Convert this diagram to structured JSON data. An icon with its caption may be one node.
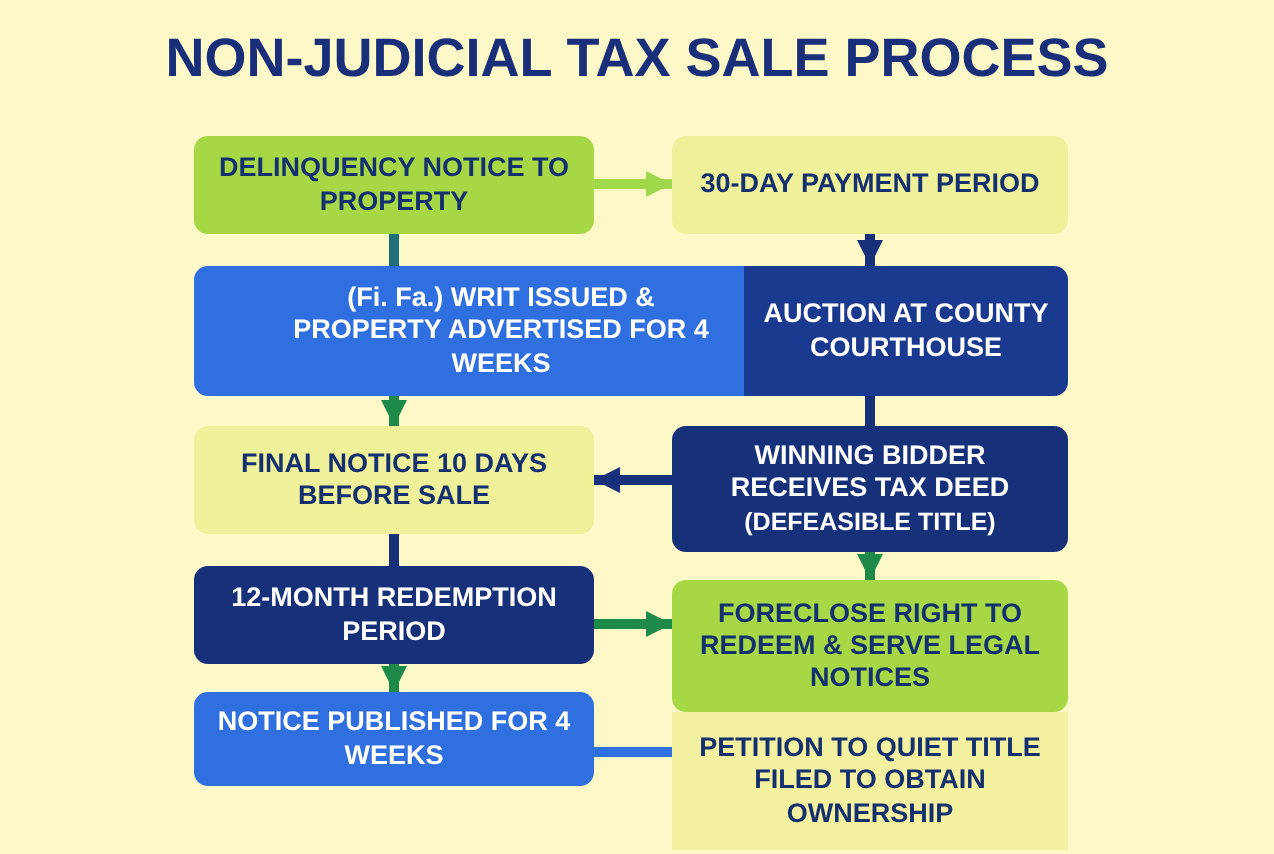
{
  "diagram": {
    "title": "NON-JUDICIAL TAX SALE PROCESS",
    "nodes": [
      {
        "text": [
          "DELINQUENCY NOTICE TO PROPERTY"
        ]
      },
      {
        "text": [
          "30-DAY PAYMENT PERIOD"
        ]
      },
      {
        "text": [
          "(Fi. Fa.) WRIT ISSUED & PROPERTY ADVERTISED FOR 4 WEEKS"
        ]
      },
      {
        "text": [
          "AUCTION AT COUNTY COURTHOUSE"
        ]
      },
      {
        "text": [
          "FINAL NOTICE 10 DAYS BEFORE SALE"
        ]
      },
      {
        "text": [
          "WINNING BIDDER RECEIVES TAX DEED",
          "(DEFEASIBLE TITLE)"
        ]
      },
      {
        "text": [
          "12-MONTH REDEMPTION PERIOD"
        ]
      },
      {
        "text": [
          "FORECLOSE RIGHT TO REDEEM & SERVE LEGAL NOTICES"
        ]
      },
      {
        "text": [
          "NOTICE PUBLISHED FOR 4 WEEKS"
        ]
      },
      {
        "text": [
          "PETITION TO QUIET TITLE FILED TO OBTAIN OWNERSHIP"
        ]
      }
    ],
    "edges": [
      {
        "from": 0,
        "to": 1,
        "arrow": "to",
        "color": "#9fd84a"
      },
      {
        "from": 0,
        "to": 2,
        "arrow": "none",
        "color": "#1f6f7a"
      },
      {
        "from": 1,
        "to": 3,
        "arrow": "to",
        "color": "#17307a"
      },
      {
        "from": 2,
        "to": 4,
        "arrow": "to"
      },
      {
        "from": 3,
        "to": 5,
        "arrow": "none",
        "color": "#17307a"
      },
      {
        "from": 5,
        "to": 4,
        "arrow": "to",
        "color": "#17307a"
      },
      {
        "from": 4,
        "to": 6,
        "arrow": "none",
        "color": "#17307a"
      },
      {
        "from": 5,
        "to": 7,
        "arrow": "to"
      },
      {
        "from": 6,
        "to": 7,
        "arrow": "to"
      },
      {
        "from": 6,
        "to": 8,
        "arrow": "to"
      },
      {
        "from": 8,
        "to": 9,
        "arrow": "none",
        "color": "#2f6fe0"
      }
    ]
  }
}
